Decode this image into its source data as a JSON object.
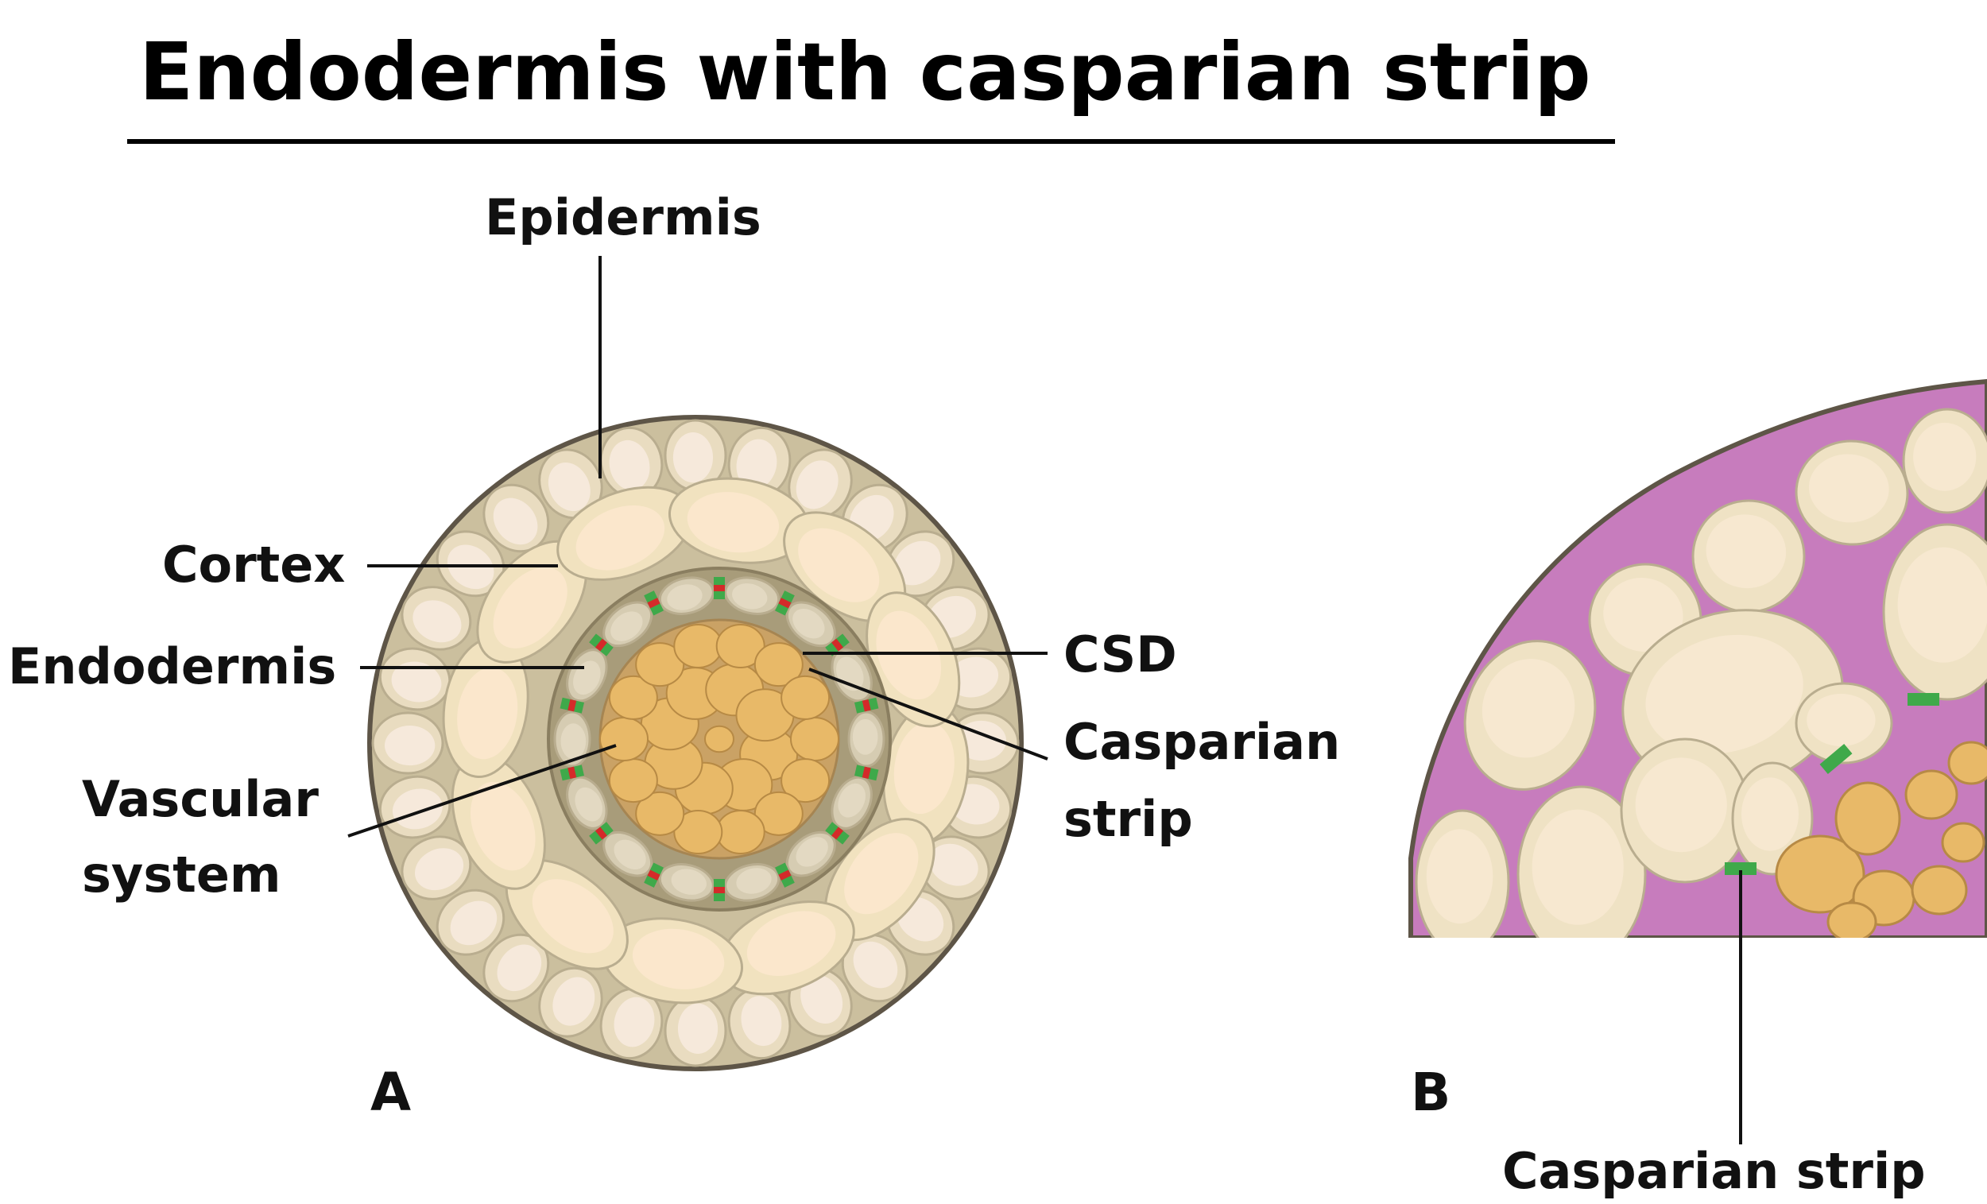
{
  "title": "Endodermis with casparian strip",
  "panels": {
    "a": {
      "letter": "A",
      "labels": {
        "epidermis": "Epidermis",
        "cortex": "Cortex",
        "endodermis": "Endodermis",
        "vascular_line1": "Vascular",
        "vascular_line2": "system",
        "csd": "CSD",
        "casparian_line1": "Casparian",
        "casparian_line2": "strip"
      }
    },
    "b": {
      "letter": "B",
      "labels": {
        "casparian": "Casparian strip"
      }
    }
  },
  "colors": {
    "cell_fill": "#efe3c6",
    "cell_inner": "#f8e8d2",
    "cell_outline": "#b9ad8f",
    "tissue_bg": "#d3c7a6",
    "outer_edge": "#5e5547",
    "endodermis_ring": "#9a8e6c",
    "vascular_cell": "#e8b968",
    "vascular_bg": "#caa265",
    "casparian_green": "#3fa94a",
    "casparian_red": "#d42a2a",
    "cell_wall_pink": "#c77cbd",
    "cell_wall_blue": "#4f8fbf",
    "line": "#111111"
  }
}
